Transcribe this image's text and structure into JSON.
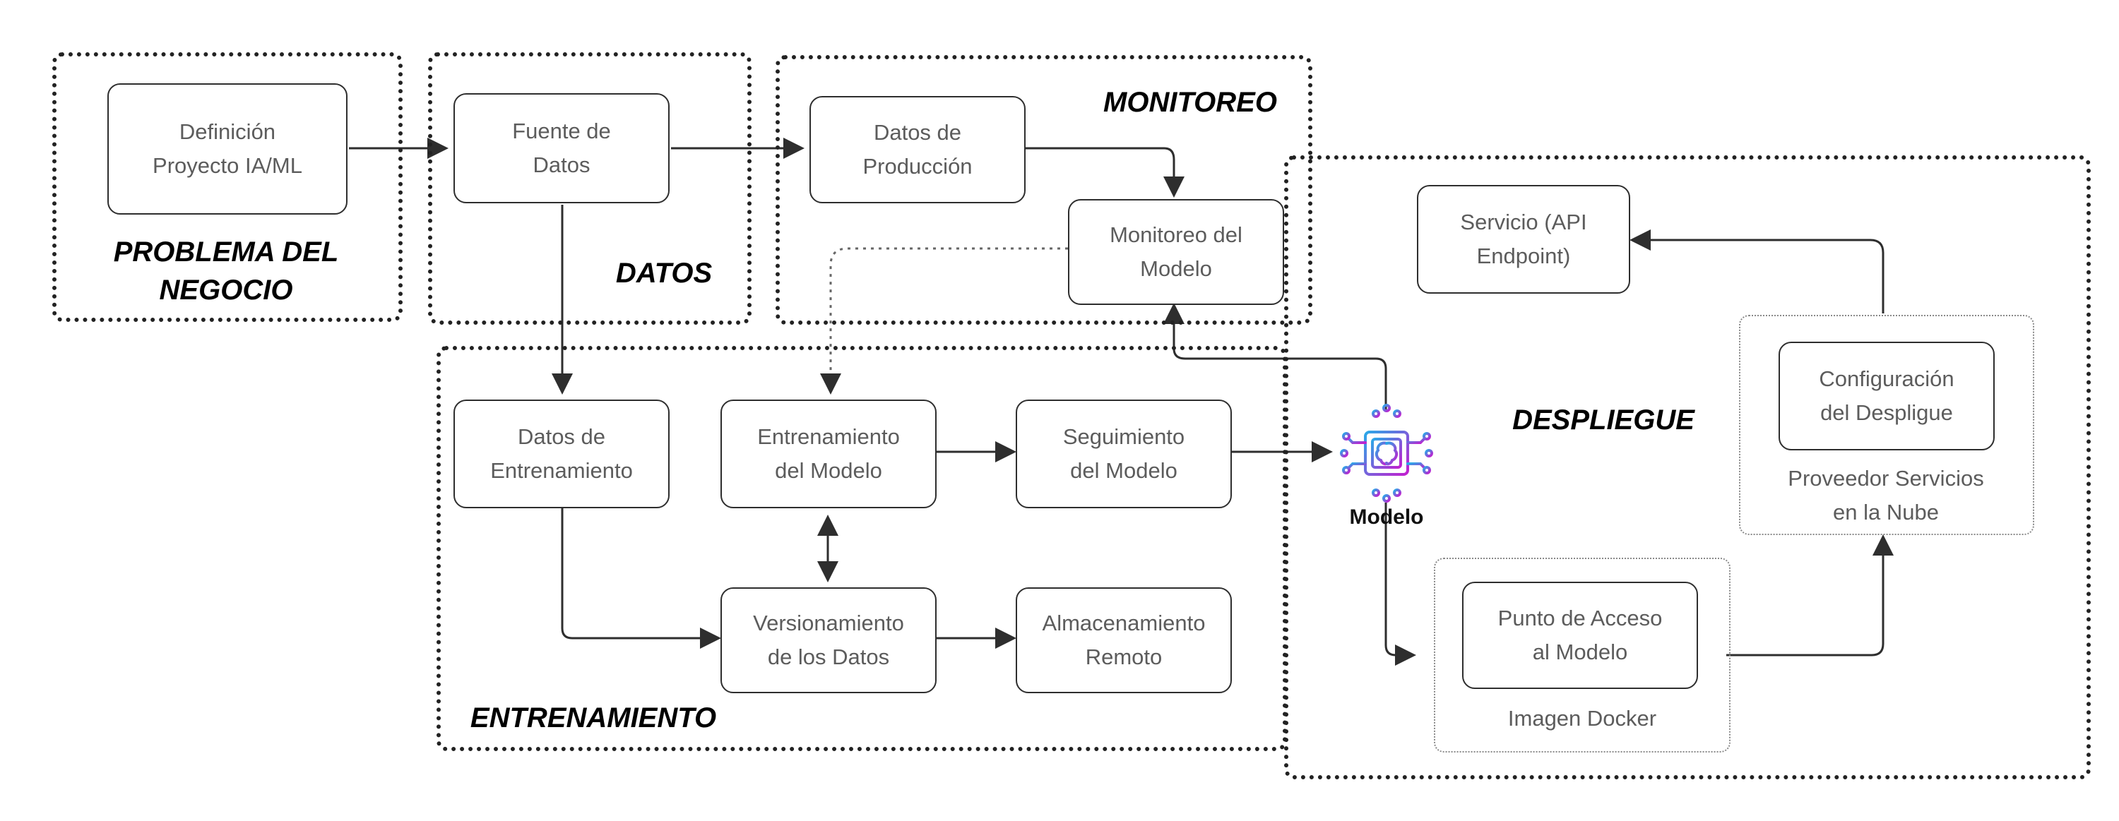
{
  "zones": {
    "problema": "PROBLEMA DEL\nNEGOCIO",
    "datos": "DATOS",
    "monitoreo": "MONITOREO",
    "entrenamiento": "ENTRENAMIENTO",
    "despliegue": "DESPLIEGUE"
  },
  "nodes": {
    "definicion": "Definición\nProyecto IA/ML",
    "fuente": "Fuente de\nDatos",
    "datos_produccion": "Datos de\nProducción",
    "monitoreo_modelo": "Monitoreo del\nModelo",
    "datos_entrenamiento": "Datos de\nEntrenamiento",
    "entrenamiento_modelo": "Entrenamiento\ndel Modelo",
    "seguimiento": "Seguimiento\ndel Modelo",
    "versionamiento": "Versionamiento\nde los Datos",
    "almacenamiento": "Almacenamiento\nRemoto",
    "servicio": "Servicio (API\nEndpoint)",
    "configuracion": "Configuración\ndel Despligue",
    "punto_acceso": "Punto de Acceso\nal Modelo"
  },
  "containers": {
    "proveedor": "Proveedor Servicios\nen la Nube",
    "docker": "Imagen Docker"
  },
  "model": {
    "label": "Modelo",
    "icon": "ai-chip-brain-icon",
    "gradient": [
      "#2aa8e8",
      "#c21ecf"
    ]
  },
  "colors": {
    "line": "#2e2e2e",
    "box_text": "#5c5c5c"
  }
}
